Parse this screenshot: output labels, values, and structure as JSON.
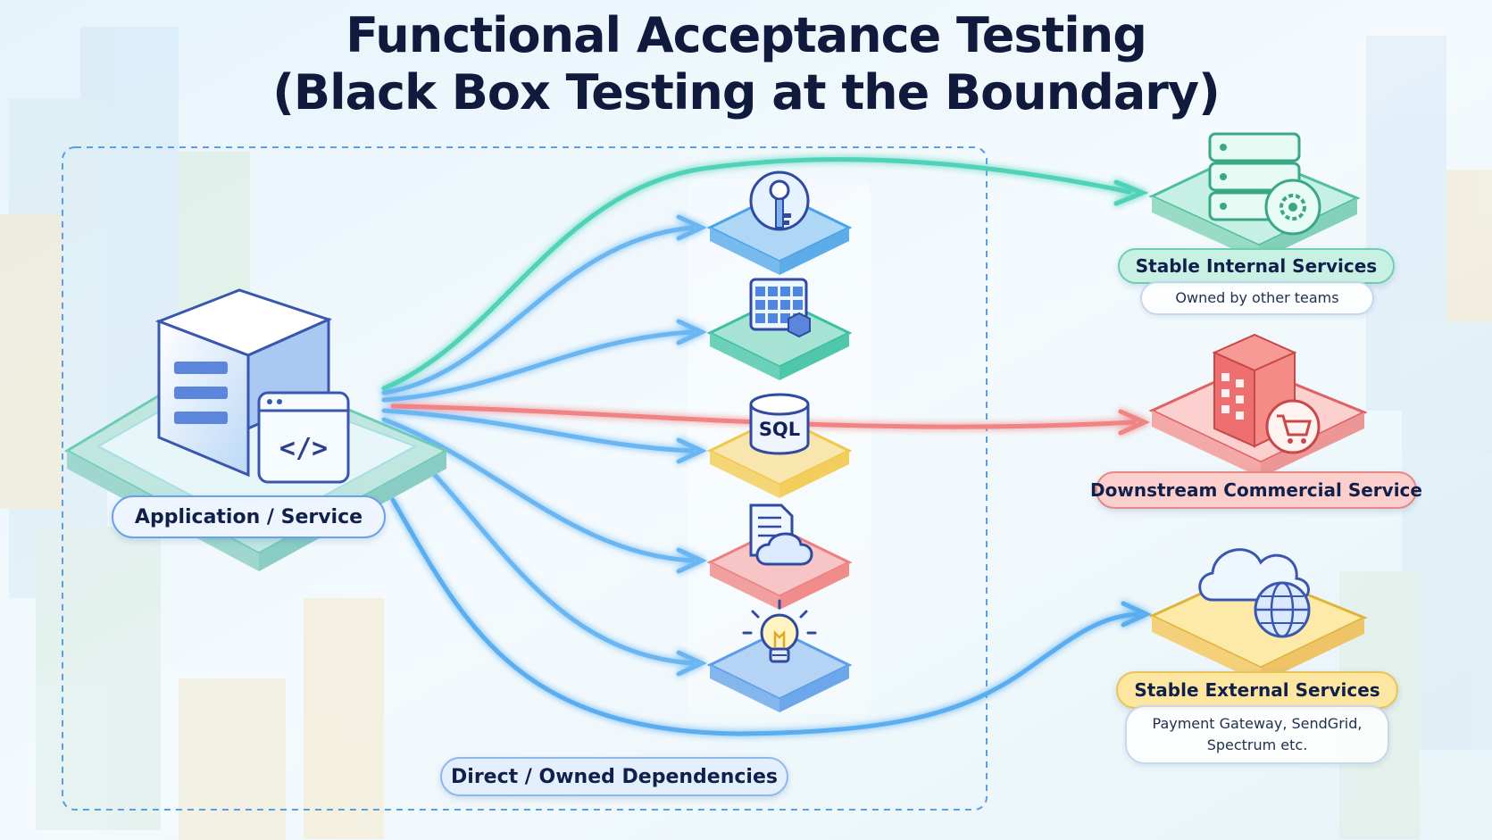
{
  "title": {
    "line1": "Functional Acceptance Testing",
    "line2": "(Black Box Testing at the Boundary)"
  },
  "app_node": {
    "label": "Application / Service",
    "icon": "server-code-icon"
  },
  "dependencies_group": {
    "label": "Direct / Owned Dependencies"
  },
  "dependencies": [
    {
      "icon": "key-icon",
      "color": "#4aa3e8"
    },
    {
      "icon": "table-grid-icon",
      "color": "#3cc0a0"
    },
    {
      "icon": "sql-database-icon",
      "text": "SQL",
      "color": "#f2c84a"
    },
    {
      "icon": "document-cloud-icon",
      "color": "#ee7f7f"
    },
    {
      "icon": "lightbulb-icon",
      "color": "#5b9de8"
    }
  ],
  "external": {
    "internal_services": {
      "label": "Stable Internal Services",
      "sub": "Owned by other teams",
      "color": "#49c8a8",
      "icon": "server-stack-gear-icon"
    },
    "commercial_service": {
      "label": "Downstream Commercial Service",
      "color": "#ee6f6f",
      "icon": "building-cart-icon"
    },
    "external_services": {
      "label": "Stable External Services",
      "sub_line1": "Payment Gateway, SendGrid,",
      "sub_line2": "Spectrum etc.",
      "color": "#f2c84a",
      "icon": "cloud-globe-icon"
    }
  }
}
